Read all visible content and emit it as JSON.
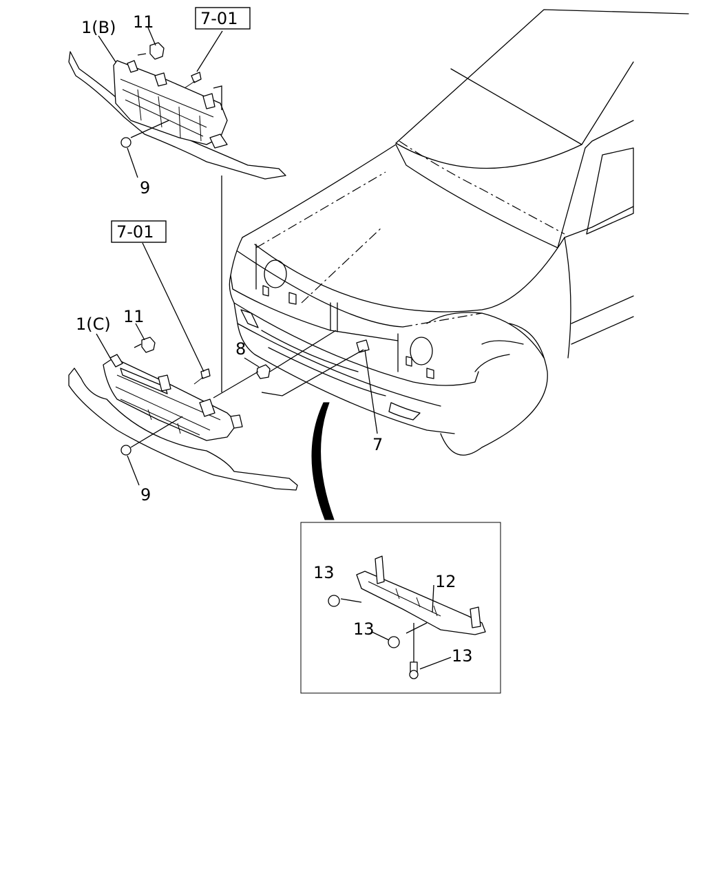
{
  "diagram": {
    "callouts": {
      "part_1b": "1(B)",
      "part_1c": "1(C)",
      "part_11_top": "11",
      "part_11_bottom": "11",
      "part_9_top": "9",
      "part_9_bottom": "9",
      "part_8": "8",
      "part_7": "7",
      "part_12": "12",
      "part_13_a": "13",
      "part_13_b": "13",
      "part_13_c": "13"
    },
    "references": {
      "ref_top": "7-01",
      "ref_mid": "7-01"
    }
  }
}
